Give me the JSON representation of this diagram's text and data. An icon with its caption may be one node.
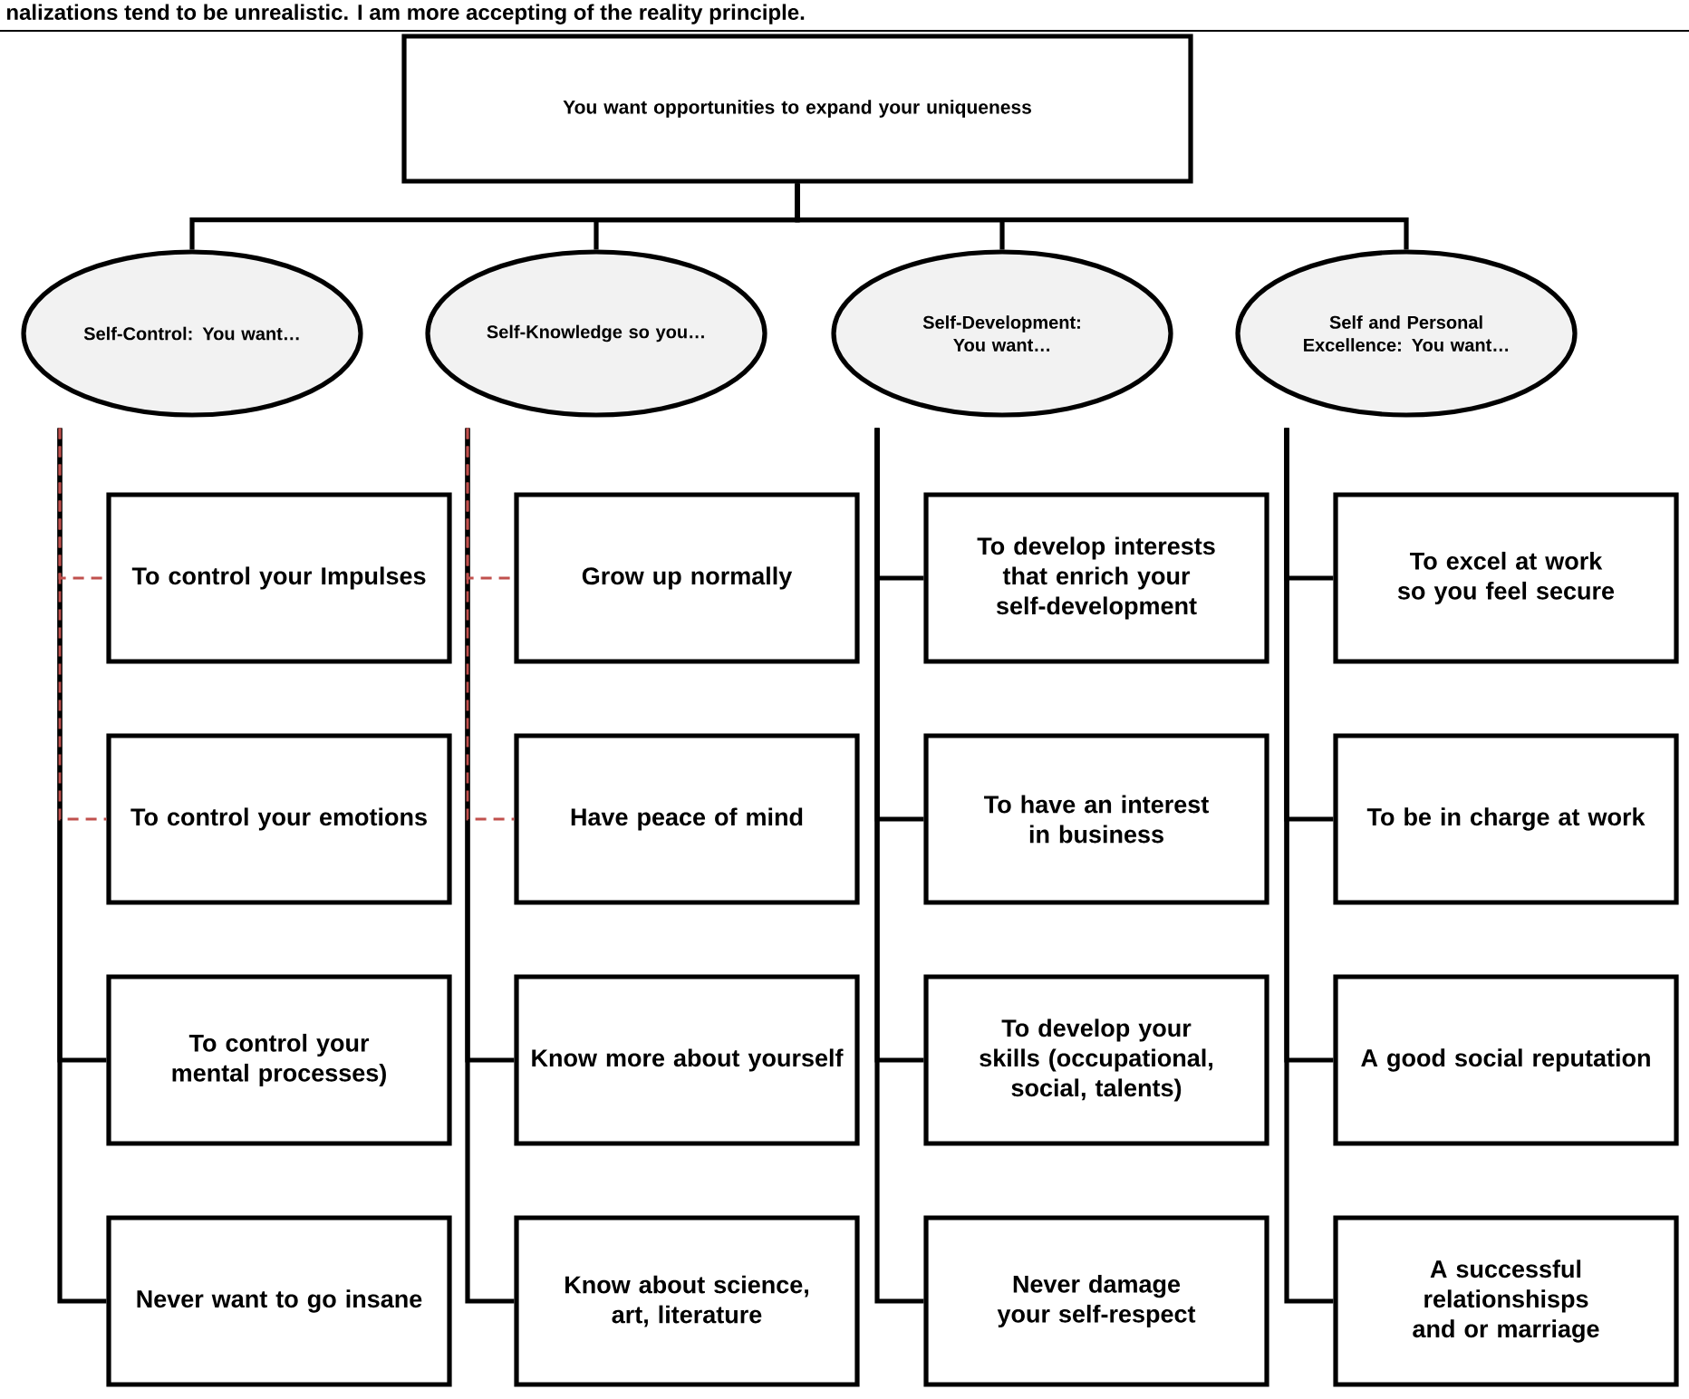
{
  "diagram": {
    "nodes": [
      {
        "text": [
          "You want opportunities to expand your uniqueness"
        ]
      },
      {
        "text": [
          "Self-Control: You want…"
        ]
      },
      {
        "text": [
          "Self-Knowledge so you…"
        ]
      },
      {
        "text": [
          "Self-Development: You want…"
        ]
      },
      {
        "text": [
          "Self and Personal Excellence: You want…"
        ]
      },
      {
        "text": [
          "To control your Impulses"
        ]
      },
      {
        "text": [
          "To control your emotions"
        ]
      },
      {
        "text": [
          "To control your mental processes)"
        ]
      },
      {
        "text": [
          "Never want to go insane"
        ]
      },
      {
        "text": [
          "Grow up normally"
        ]
      },
      {
        "text": [
          "Have peace of mind"
        ]
      },
      {
        "text": [
          "Know more about yourself"
        ]
      },
      {
        "text": [
          "Know about science, art, literature"
        ]
      },
      {
        "text": [
          "To develop interests that enrich your self-development"
        ]
      },
      {
        "text": [
          "To have an interest in business"
        ]
      },
      {
        "text": [
          "To develop your skills (occupational, social, talents)"
        ]
      },
      {
        "text": [
          "Never damage your self-respect"
        ]
      },
      {
        "text": [
          "To excel at work so you feel secure"
        ]
      },
      {
        "text": [
          "To be in charge at work"
        ]
      },
      {
        "text": [
          "A good social reputation"
        ]
      },
      {
        "text": [
          "A successful relationshisps and or marriage"
        ]
      }
    ],
    "edges": [
      {
        "from": 0,
        "to": 1,
        "arrow": "none"
      },
      {
        "from": 0,
        "to": 2,
        "arrow": "none"
      },
      {
        "from": 0,
        "to": 3,
        "arrow": "none"
      },
      {
        "from": 0,
        "to": 4,
        "arrow": "none"
      },
      {
        "from": 1,
        "to": 5,
        "arrow": "none",
        "style": "dashed",
        "color": "#c0504d"
      },
      {
        "from": 1,
        "to": 6,
        "arrow": "none",
        "style": "dashed",
        "color": "#c0504d"
      },
      {
        "from": 1,
        "to": 7,
        "arrow": "none"
      },
      {
        "from": 1,
        "to": 8,
        "arrow": "none"
      },
      {
        "from": 2,
        "to": 9,
        "arrow": "none",
        "style": "dashed",
        "color": "#c0504d"
      },
      {
        "from": 2,
        "to": 10,
        "arrow": "none",
        "style": "dashed",
        "color": "#c0504d"
      },
      {
        "from": 2,
        "to": 11,
        "arrow": "none"
      },
      {
        "from": 2,
        "to": 12,
        "arrow": "none"
      },
      {
        "from": 3,
        "to": 13,
        "arrow": "none"
      },
      {
        "from": 3,
        "to": 14,
        "arrow": "none"
      },
      {
        "from": 3,
        "to": 15,
        "arrow": "none"
      },
      {
        "from": 3,
        "to": 16,
        "arrow": "none"
      },
      {
        "from": 4,
        "to": 17,
        "arrow": "none"
      },
      {
        "from": 4,
        "to": 18,
        "arrow": "none"
      },
      {
        "from": 4,
        "to": 19,
        "arrow": "none"
      },
      {
        "from": 4,
        "to": 20,
        "arrow": "none"
      }
    ],
    "labels": [
      "nalizations tend to be unrealistic. I am more accepting of the reality principle."
    ]
  }
}
